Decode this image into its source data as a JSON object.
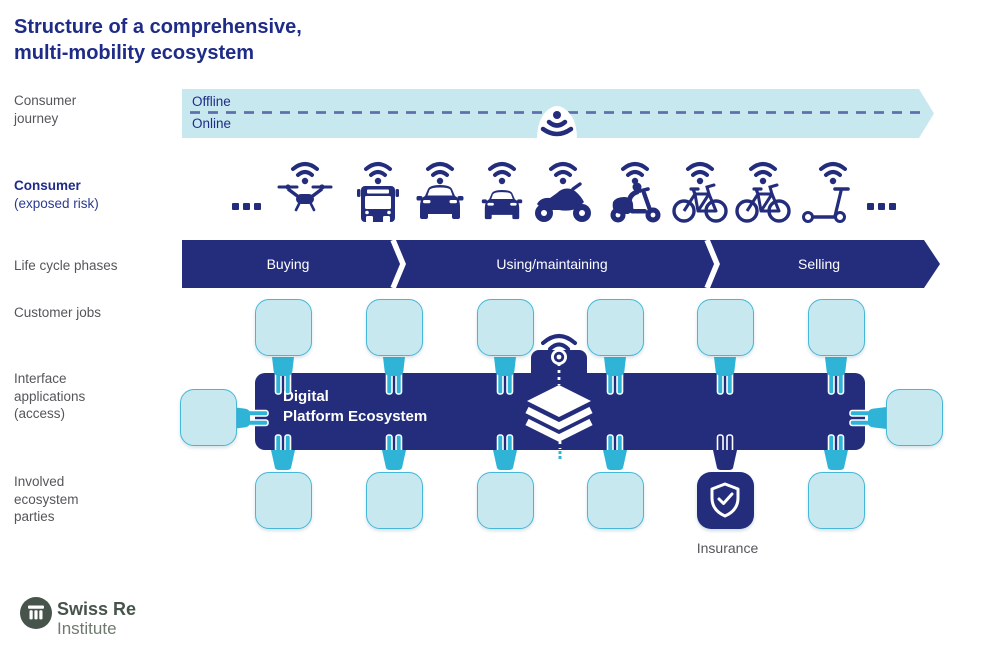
{
  "title": {
    "line1": "Structure of a comprehensive,",
    "line2": "multi-mobility ecosystem"
  },
  "rows": {
    "consumer_journey": "Consumer journey",
    "consumer": "Consumer",
    "consumer_sub": "(exposed risk)",
    "life_cycle_phases": "Life cycle phases",
    "customer_jobs": "Customer jobs",
    "interface_applications": "Interface applications (access)",
    "involved_parties": "Involved ecosystem parties"
  },
  "journey_band": {
    "offline": "Offline",
    "online": "Online",
    "beacon_icon": "signal-beacon-icon"
  },
  "consumer_icons": [
    "ellipsis",
    "drone-icon",
    "bus-icon",
    "car-icon",
    "compact-car-icon",
    "motorcycle-icon",
    "moped-icon",
    "bicycle-icon",
    "bicycle-icon",
    "kick-scooter-icon",
    "ellipsis"
  ],
  "phases": [
    "Buying",
    "Using/maintaining",
    "Selling"
  ],
  "platform": {
    "label_line1": "Digital",
    "label_line2": "Platform Ecosystem",
    "layers_icon": "stacked-layers-icon",
    "beacon_icon": "wifi-beacon-icon",
    "connector_icon": "plug-icon"
  },
  "insurance": {
    "label": "Insurance",
    "icon": "shield-check-icon"
  },
  "footer": {
    "brand": "Swiss Re",
    "sub_brand": "Institute",
    "logo_icon": "swiss-re-logo"
  },
  "colors": {
    "navy": "#232d7c",
    "title_navy": "#1f2c87",
    "light_blue": "#c8e8f0",
    "cyan": "#2fb4d8",
    "cyan_border": "#45b7d8",
    "dashed_line": "#5f6fae",
    "gray_text": "#55565a",
    "brand_gray_green": "#47544b"
  }
}
